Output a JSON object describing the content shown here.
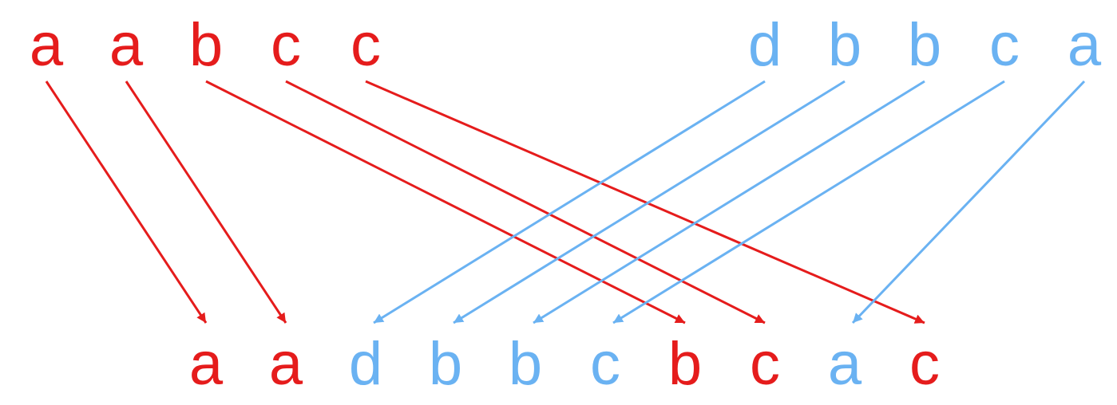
{
  "colors": {
    "red": "#e51c1c",
    "blue": "#6ab2f2"
  },
  "rows": {
    "top_left": [
      "a",
      "a",
      "b",
      "c",
      "c"
    ],
    "top_right": [
      "d",
      "b",
      "b",
      "c",
      "a"
    ],
    "bottom": [
      {
        "char": "a",
        "color": "red"
      },
      {
        "char": "a",
        "color": "red"
      },
      {
        "char": "d",
        "color": "blue"
      },
      {
        "char": "b",
        "color": "blue"
      },
      {
        "char": "b",
        "color": "blue"
      },
      {
        "char": "c",
        "color": "blue"
      },
      {
        "char": "b",
        "color": "red"
      },
      {
        "char": "c",
        "color": "red"
      },
      {
        "char": "a",
        "color": "blue"
      },
      {
        "char": "c",
        "color": "red"
      }
    ]
  },
  "connections": {
    "red": [
      {
        "from": 0,
        "to": 0
      },
      {
        "from": 1,
        "to": 1
      },
      {
        "from": 2,
        "to": 6
      },
      {
        "from": 3,
        "to": 7
      },
      {
        "from": 4,
        "to": 9
      }
    ],
    "blue": [
      {
        "from": 0,
        "to": 2
      },
      {
        "from": 1,
        "to": 3
      },
      {
        "from": 2,
        "to": 4
      },
      {
        "from": 3,
        "to": 5
      },
      {
        "from": 4,
        "to": 8
      }
    ]
  }
}
